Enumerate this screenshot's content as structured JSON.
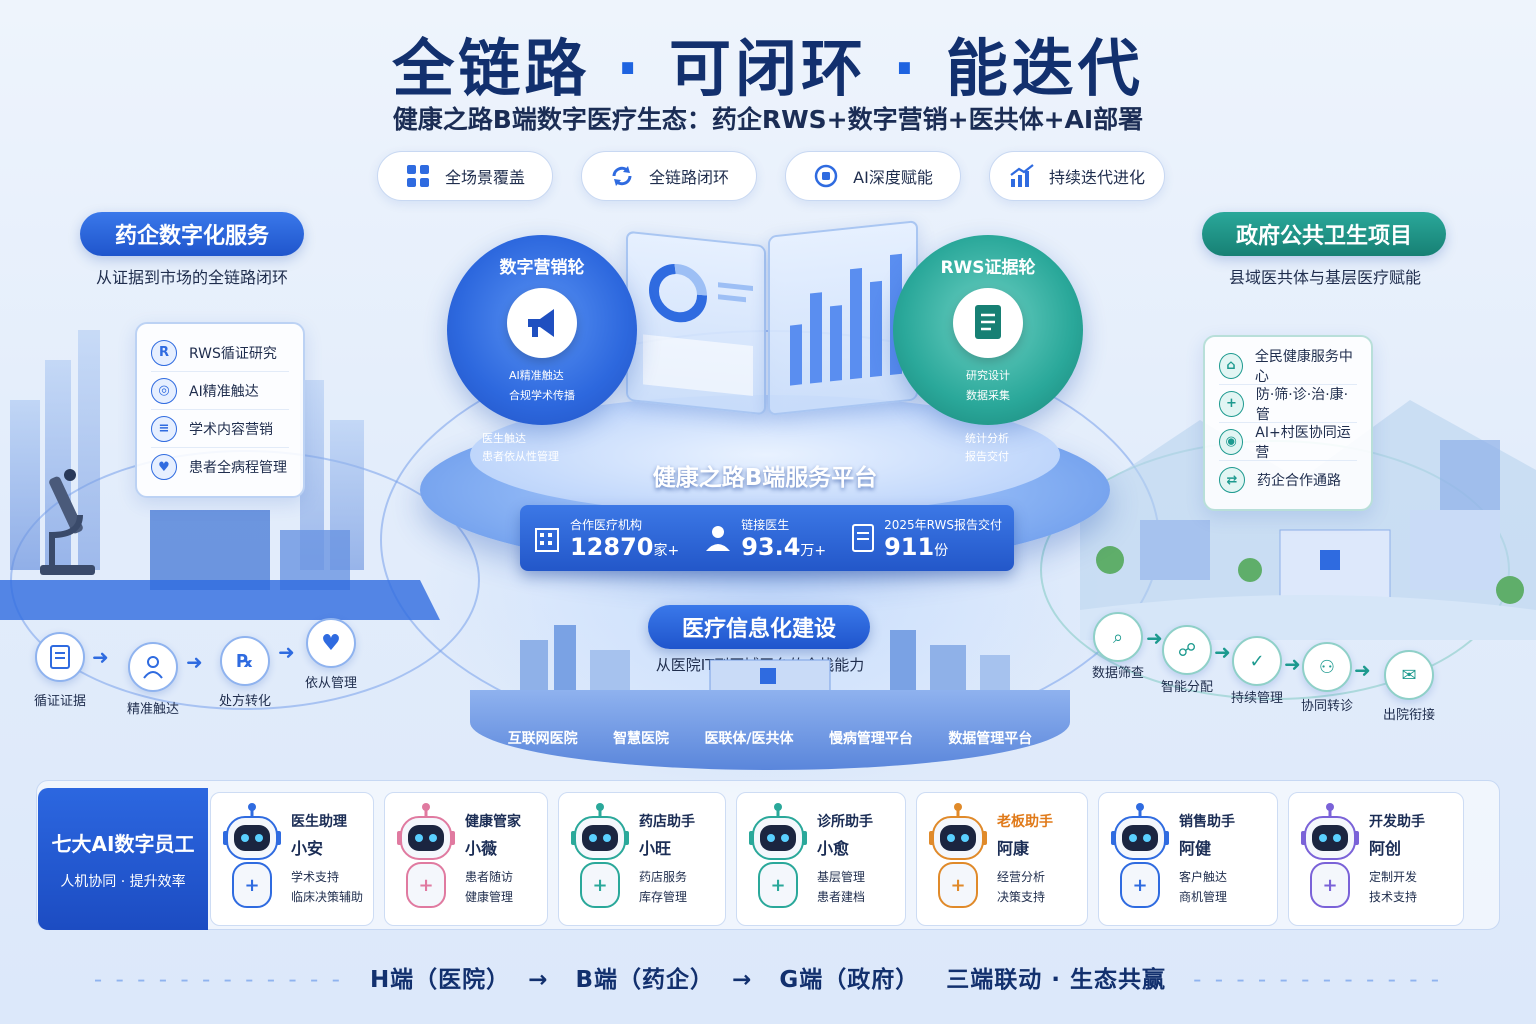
{
  "header": {
    "title_part1": "全链路",
    "title_sep1": " · ",
    "title_part2": "可闭环",
    "title_sep2": " · ",
    "title_part3": "能迭代",
    "subtitle": "健康之路B端数字医疗生态：药企RWS+数字营销+医共体+AI部署"
  },
  "tags": [
    {
      "label": "全场景覆盖",
      "icon": "grid-icon"
    },
    {
      "label": "全链路闭环",
      "icon": "loop-icon"
    },
    {
      "label": "AI深度赋能",
      "icon": "ai-chip-icon"
    },
    {
      "label": "持续迭代进化",
      "icon": "growth-chart-icon"
    }
  ],
  "pharma": {
    "title": "药企数字化服务",
    "subtitle": "从证据到市场的全链路闭环",
    "items": [
      "RWS循证研究",
      "AI精准触达",
      "学术内容营销",
      "患者全病程管理"
    ],
    "flow": [
      "循证证据",
      "精准触达",
      "处方转化",
      "依从管理"
    ]
  },
  "gov": {
    "title": "政府公共卫生项目",
    "subtitle": "县域医共体与基层医疗赋能",
    "items": [
      "全民健康服务中心",
      "防·筛·诊·治·康·管",
      "AI+村医协同运营",
      "药企合作通路"
    ],
    "flow": [
      "数据筛查",
      "智能分配",
      "持续管理",
      "协同转诊",
      "出院衔接"
    ]
  },
  "marketing_wheel": {
    "title": "数字营销轮",
    "items": [
      "AI精准触达",
      "合规学术传播",
      "医生触达",
      "患者依从性管理"
    ]
  },
  "rws_wheel": {
    "title": "RWS证据轮",
    "items": [
      "研究设计",
      "数据采集",
      "统计分析",
      "报告交付"
    ]
  },
  "platform": {
    "name": "健康之路B端服务平台",
    "stats": [
      {
        "label": "合作医疗机构",
        "value": "12870",
        "unit": "家+"
      },
      {
        "label": "链接医生",
        "value": "93.4",
        "unit": "万+"
      },
      {
        "label": "2025年RWS报告交付",
        "value": "911",
        "unit": "份"
      }
    ]
  },
  "informatization": {
    "title": "医疗信息化建设",
    "subtitle": "从医院IT到区域平台的全栈能力",
    "systems": [
      "互联网医院",
      "智慧医院",
      "医联体/医共体",
      "慢病管理平台",
      "数据管理平台"
    ]
  },
  "ai_staff": {
    "title": "七大AI数字员工",
    "subtitle": "人机协同 · 提升效率",
    "members": [
      {
        "role": "医生助理",
        "name": "小安",
        "duties": [
          "学术支持",
          "临床决策辅助"
        ],
        "color": "#2f6be0"
      },
      {
        "role": "健康管家",
        "name": "小薇",
        "duties": [
          "患者随访",
          "健康管理"
        ],
        "color": "#e07aa0"
      },
      {
        "role": "药店助手",
        "name": "小旺",
        "duties": [
          "药店服务",
          "库存管理"
        ],
        "color": "#2aa89a"
      },
      {
        "role": "诊所助手",
        "name": "小愈",
        "duties": [
          "基层管理",
          "患者建档"
        ],
        "color": "#2aa89a"
      },
      {
        "role": "老板助手",
        "name": "阿康",
        "duties": [
          "经营分析",
          "决策支持"
        ],
        "color": "#e08a2a"
      },
      {
        "role": "销售助手",
        "name": "阿健",
        "duties": [
          "客户触达",
          "商机管理"
        ],
        "color": "#2f6be0"
      },
      {
        "role": "开发助手",
        "name": "阿创",
        "duties": [
          "定制开发",
          "技术支持"
        ],
        "color": "#7a62d8"
      }
    ]
  },
  "footer": {
    "h": "H端（医院）",
    "arrow1": "→",
    "b": "B端（药企）",
    "arrow2": "→",
    "g": "G端（政府）",
    "tail": "三端联动 · 生态共赢"
  },
  "colors": {
    "primary": "#2f6be0",
    "navy": "#12306e",
    "teal": "#1d9a8f"
  }
}
